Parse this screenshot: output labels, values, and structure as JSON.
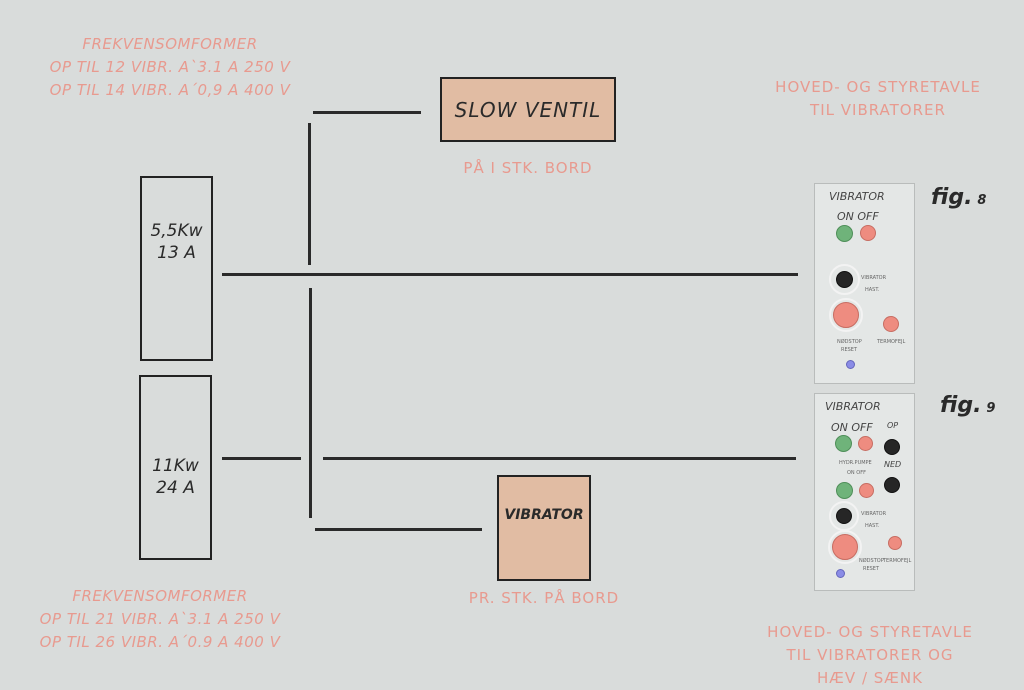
{
  "notes": {
    "top_left": [
      "FREKVENSOMFORMER",
      "OP TIL 12 VIBR. A`3.1 A 250 V",
      "OP TIL 14 VIBR. A´0,9 A 400 V"
    ],
    "bottom_left": [
      "FREKVENSOMFORMER",
      "OP TIL 21 VIBR. A`3.1 A 250 V",
      "OP TIL 26 VIBR. A´0.9 A 400 V"
    ],
    "top_right": [
      "HOVED- OG STYRETAVLE",
      "TIL VIBRATORER"
    ],
    "bottom_right": [
      "HOVED- OG STYRETAVLE",
      "TIL VIBRATORER  OG",
      "HÆV / SÆNK"
    ]
  },
  "motors": [
    {
      "lines": [
        "5,5Kw",
        "13 A"
      ]
    },
    {
      "lines": [
        "11Kw",
        "24 A"
      ]
    }
  ],
  "slow_ventil": {
    "label": "SLOW VENTIL",
    "caption": "PÅ I STK. BORD"
  },
  "vibrator_box": {
    "label": "VIBRATOR",
    "caption": "PR. STK. PÅ BORD"
  },
  "panel_fig8": {
    "title": "VIBRATOR",
    "on_off": "ON OFF",
    "knob_label": [
      "VIBRATOR",
      "HAST."
    ],
    "stop_label": [
      "NØDSTOP",
      "RESET"
    ],
    "aux_label": "TERMOFEJL",
    "fig": "fig.",
    "fig_num": "8"
  },
  "panel_fig9": {
    "title": "VIBRATOR",
    "on_off": "ON OFF",
    "op": "OP",
    "ned": "NED",
    "pump_label": [
      "HYDR.PUMPE",
      "ON OFF"
    ],
    "knob_label": [
      "VIBRATOR",
      "HAST."
    ],
    "stop_label": [
      "NØDSTOP",
      "RESET"
    ],
    "aux_label": "TERMOFEJL",
    "fig": "fig.",
    "fig_num": "9"
  },
  "colors": {
    "background": "#d9dcdb",
    "note_pink": "#e89a8f",
    "box_tan": "#e1bca3",
    "wire": "#2a2a2a",
    "button_green": "#6fb37a",
    "button_red": "#ee8c80",
    "button_black": "#262626",
    "led_blue": "#8a8ce6"
  }
}
